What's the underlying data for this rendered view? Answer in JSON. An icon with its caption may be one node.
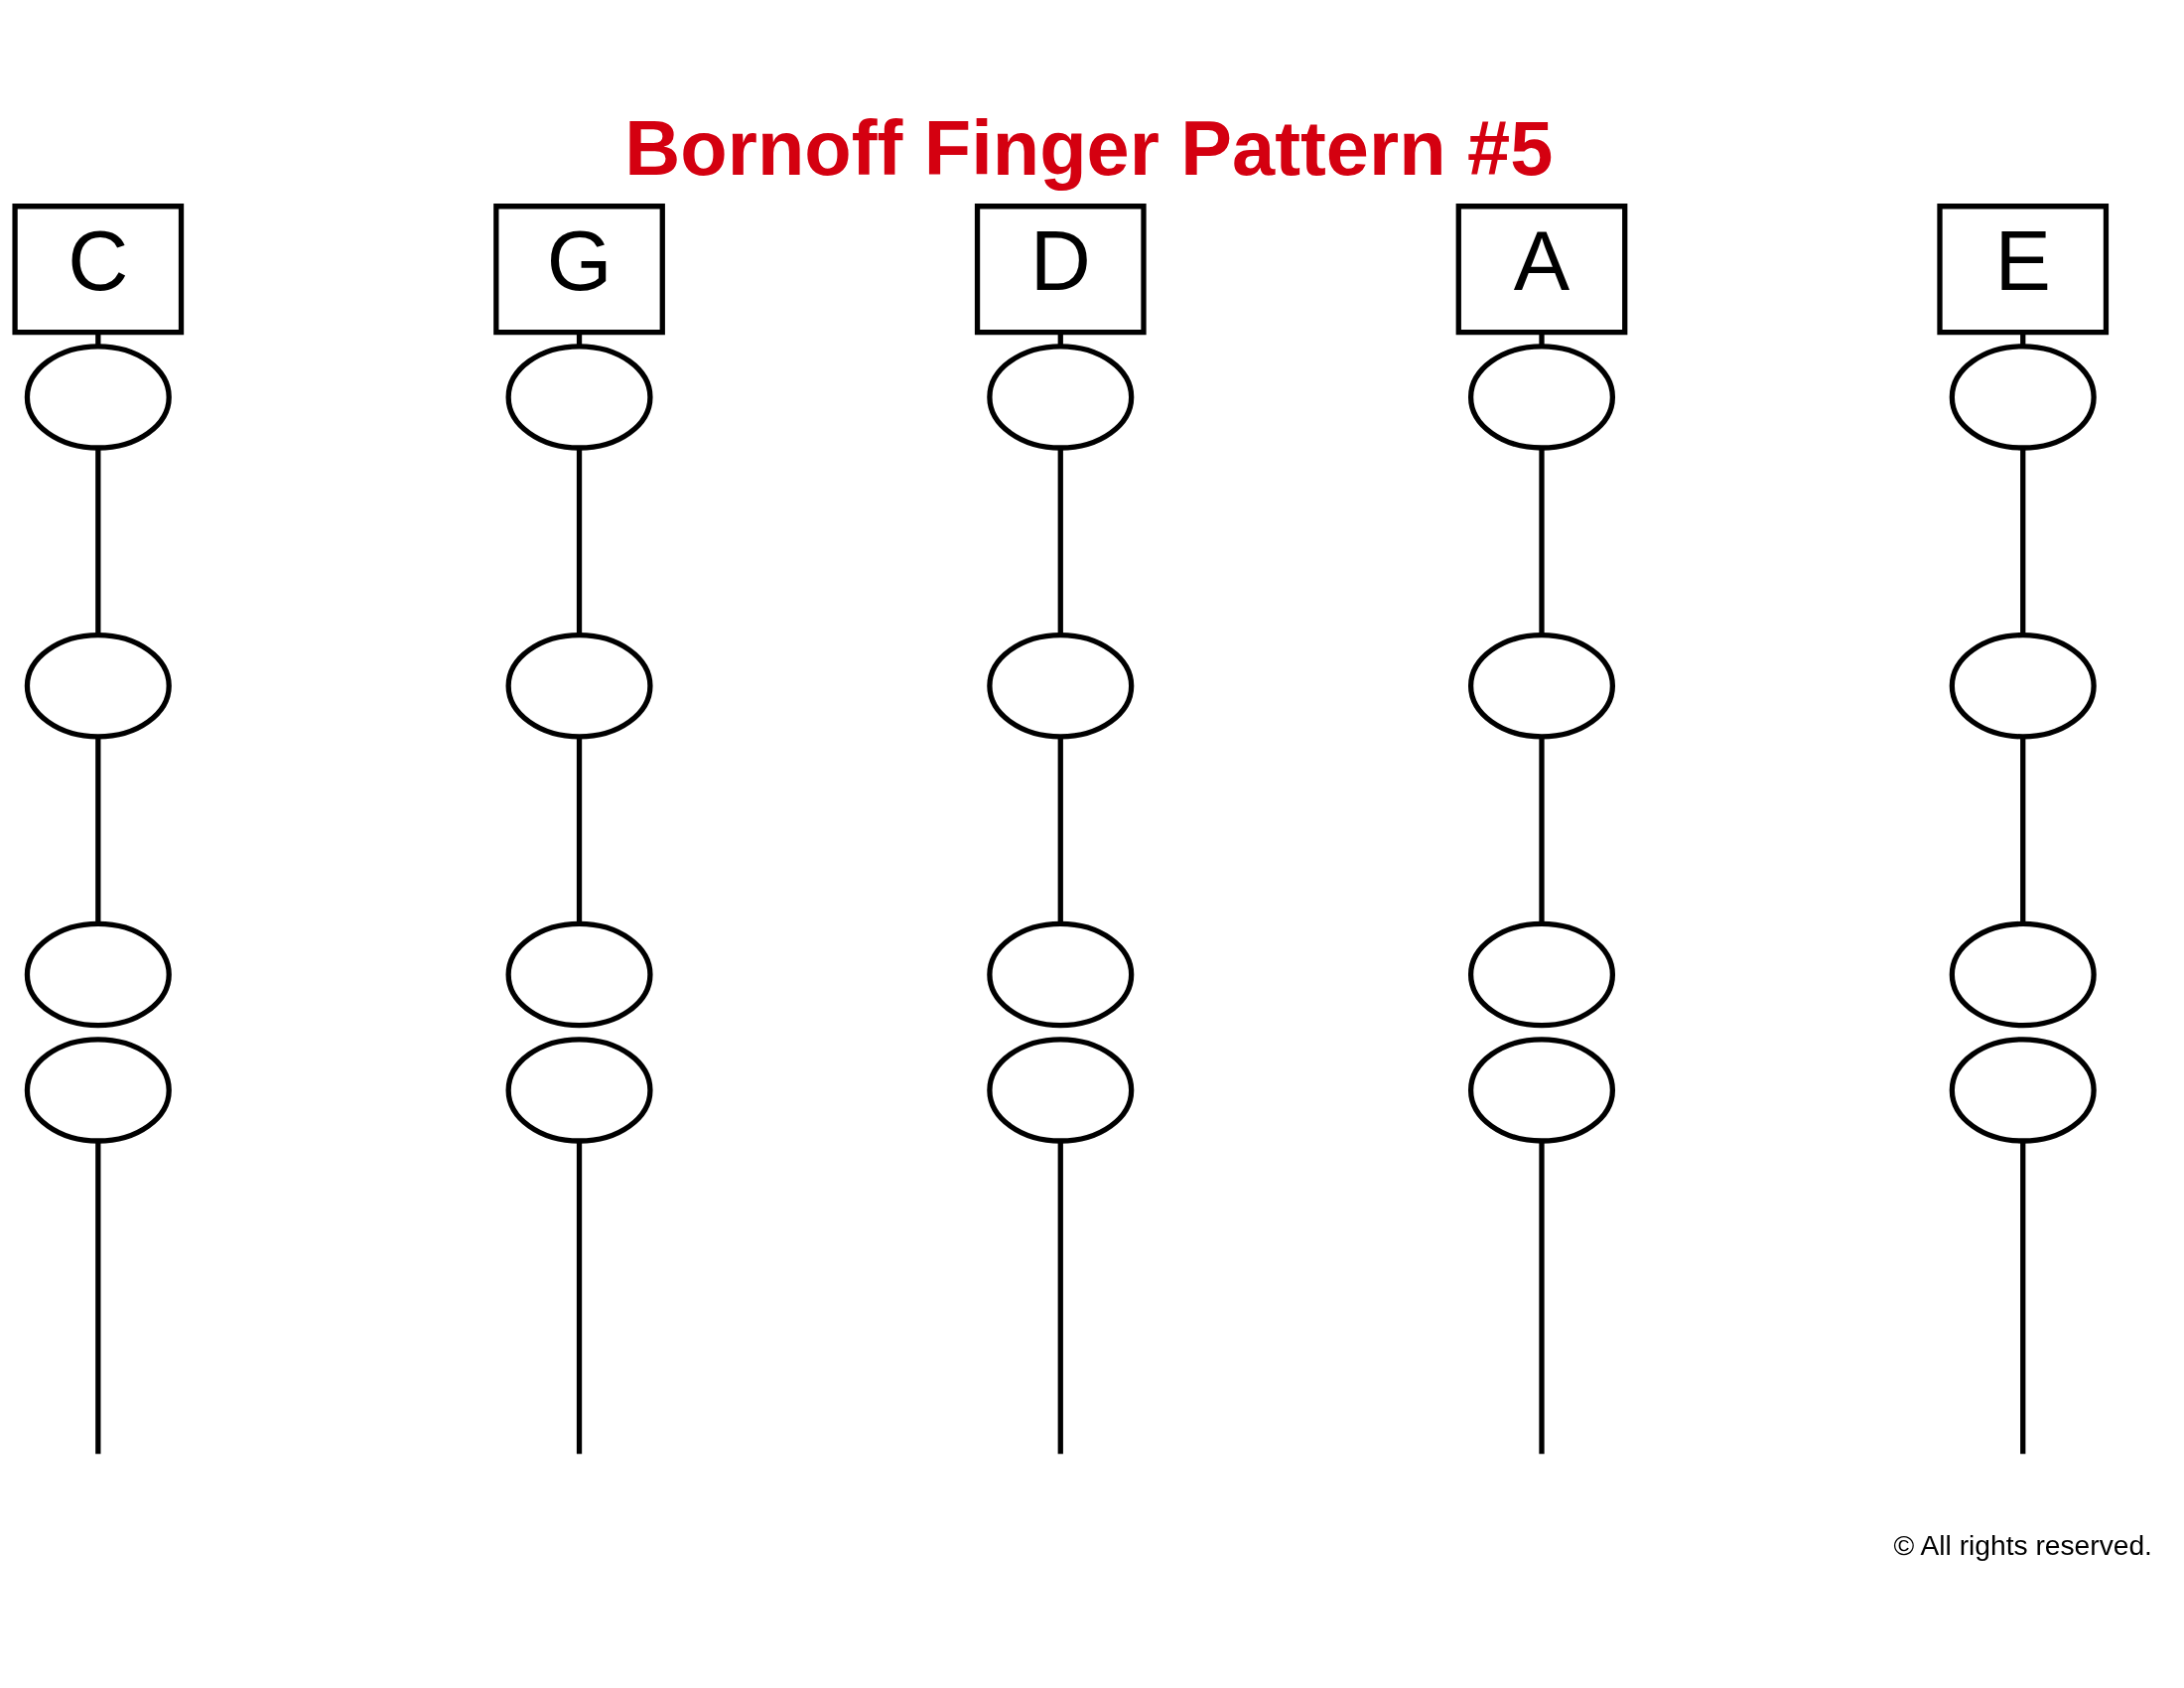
{
  "diagram": {
    "title": "Bornoff Finger Pattern #5",
    "nodes": [
      {
        "text": [
          "C"
        ]
      },
      {
        "text": [],
        "shape": "ellipse"
      },
      {
        "text": [],
        "shape": "ellipse"
      },
      {
        "text": [],
        "shape": "ellipse"
      },
      {
        "text": [],
        "shape": "ellipse"
      },
      {
        "text": [
          "G"
        ]
      },
      {
        "text": [],
        "shape": "ellipse"
      },
      {
        "text": [],
        "shape": "ellipse"
      },
      {
        "text": [],
        "shape": "ellipse"
      },
      {
        "text": [],
        "shape": "ellipse"
      },
      {
        "text": [
          "D"
        ]
      },
      {
        "text": [],
        "shape": "ellipse"
      },
      {
        "text": [],
        "shape": "ellipse"
      },
      {
        "text": [],
        "shape": "ellipse"
      },
      {
        "text": [],
        "shape": "ellipse"
      },
      {
        "text": [
          "A"
        ]
      },
      {
        "text": [],
        "shape": "ellipse"
      },
      {
        "text": [],
        "shape": "ellipse"
      },
      {
        "text": [],
        "shape": "ellipse"
      },
      {
        "text": [],
        "shape": "ellipse"
      },
      {
        "text": [
          "E"
        ]
      },
      {
        "text": [],
        "shape": "ellipse"
      },
      {
        "text": [],
        "shape": "ellipse"
      },
      {
        "text": [],
        "shape": "ellipse"
      },
      {
        "text": [],
        "shape": "ellipse"
      }
    ],
    "edges": [
      {
        "from": 0,
        "to": 1,
        "arrow": "none"
      },
      {
        "from": 1,
        "to": 2,
        "arrow": "none"
      },
      {
        "from": 2,
        "to": 3,
        "arrow": "none"
      },
      {
        "from": 4,
        "to": null,
        "arrow": "none"
      },
      {
        "from": 5,
        "to": 6,
        "arrow": "none"
      },
      {
        "from": 6,
        "to": 7,
        "arrow": "none"
      },
      {
        "from": 7,
        "to": 8,
        "arrow": "none"
      },
      {
        "from": 9,
        "to": null,
        "arrow": "none"
      },
      {
        "from": 10,
        "to": 11,
        "arrow": "none"
      },
      {
        "from": 11,
        "to": 12,
        "arrow": "none"
      },
      {
        "from": 12,
        "to": 13,
        "arrow": "none"
      },
      {
        "from": 14,
        "to": null,
        "arrow": "none"
      },
      {
        "from": 15,
        "to": 16,
        "arrow": "none"
      },
      {
        "from": 16,
        "to": 17,
        "arrow": "none"
      },
      {
        "from": 17,
        "to": 18,
        "arrow": "none"
      },
      {
        "from": 19,
        "to": null,
        "arrow": "none"
      },
      {
        "from": 20,
        "to": 21,
        "arrow": "none"
      },
      {
        "from": 21,
        "to": 22,
        "arrow": "none"
      },
      {
        "from": 22,
        "to": 23,
        "arrow": "none"
      },
      {
        "from": 24,
        "to": null,
        "arrow": "none"
      }
    ],
    "labels": [
      "© All rights reserved."
    ]
  }
}
